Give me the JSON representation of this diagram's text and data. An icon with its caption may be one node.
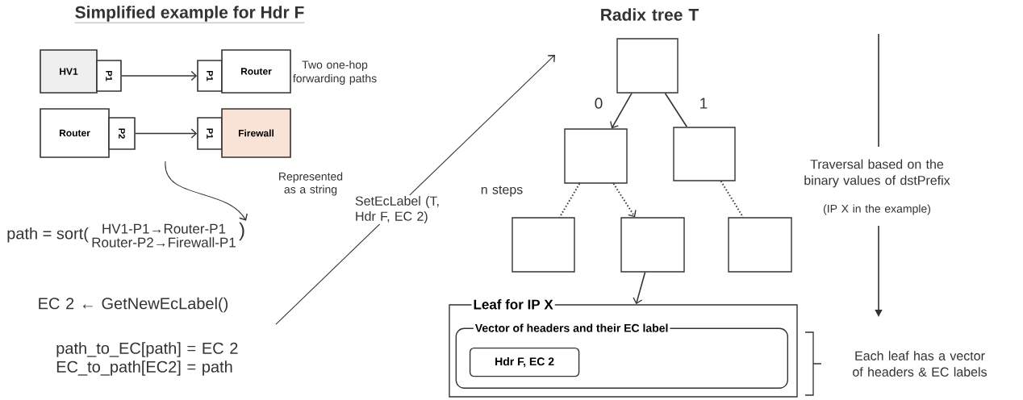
{
  "diagram": {
    "title": "Simplified example for Hdr F",
    "nodes": [
      {
        "text": [
          "HV1"
        ]
      },
      {
        "text": [
          "P1"
        ]
      },
      {
        "text": [
          "P1"
        ]
      },
      {
        "text": [
          "Router"
        ]
      },
      {
        "text": [
          "Router"
        ]
      },
      {
        "text": [
          "P2"
        ]
      },
      {
        "text": [
          "P1"
        ]
      },
      {
        "text": [
          "Firewall"
        ]
      },
      {
        "text": [
          "path = sort(",
          "HV1-P1→Router-P1",
          "Router-P2→Firewall-P1",
          ")"
        ]
      },
      {
        "text": [
          "path_to_EC[path] = EC 2 EC_to_path[EC2] = path"
        ]
      },
      {
        "text": [],
        "shape": "box"
      },
      {
        "text": [],
        "shape": "box"
      },
      {
        "text": [],
        "shape": "box"
      },
      {
        "text": [],
        "shape": "box"
      },
      {
        "text": [],
        "shape": "box"
      },
      {
        "text": [],
        "shape": "box"
      },
      {
        "text": [
          "Leaf for IP X"
        ]
      },
      {
        "text": [
          "Vector of headers and their EC label"
        ],
        "in": 16
      },
      {
        "text": [
          "Hdr F, EC 2"
        ],
        "in": 17
      }
    ],
    "edges": [
      {
        "from": 1,
        "to": 2,
        "arrow": "to"
      },
      {
        "from": 5,
        "to": 6,
        "arrow": "to"
      },
      {
        "from": null,
        "to": 8,
        "arrow": "to",
        "label": "Represented as a string"
      },
      {
        "from": 9,
        "to": null,
        "arrow": "to",
        "label": "SetEcLabel (T, Hdr F, EC 2)"
      },
      {
        "from": 10,
        "to": 11,
        "arrow": "to",
        "label": "0"
      },
      {
        "from": 10,
        "to": 12,
        "arrow": "none",
        "label": "1"
      },
      {
        "from": 11,
        "to": 13,
        "arrow": "none",
        "style": "dashed",
        "label": "n steps"
      },
      {
        "from": 11,
        "to": 14,
        "arrow": "to",
        "style": "dashed"
      },
      {
        "from": 12,
        "to": 15,
        "arrow": "none",
        "style": "dashed"
      },
      {
        "from": 14,
        "to": 16,
        "arrow": "to"
      }
    ],
    "labels": [
      "Radix tree T",
      "Two one-hop forwarding paths",
      "EC 2 ← GetNewEcLabel()",
      "Traversal based on the binary values of dstPrefix",
      "(IP X in the example)",
      "Each leaf has a vector of headers & EC labels"
    ]
  }
}
